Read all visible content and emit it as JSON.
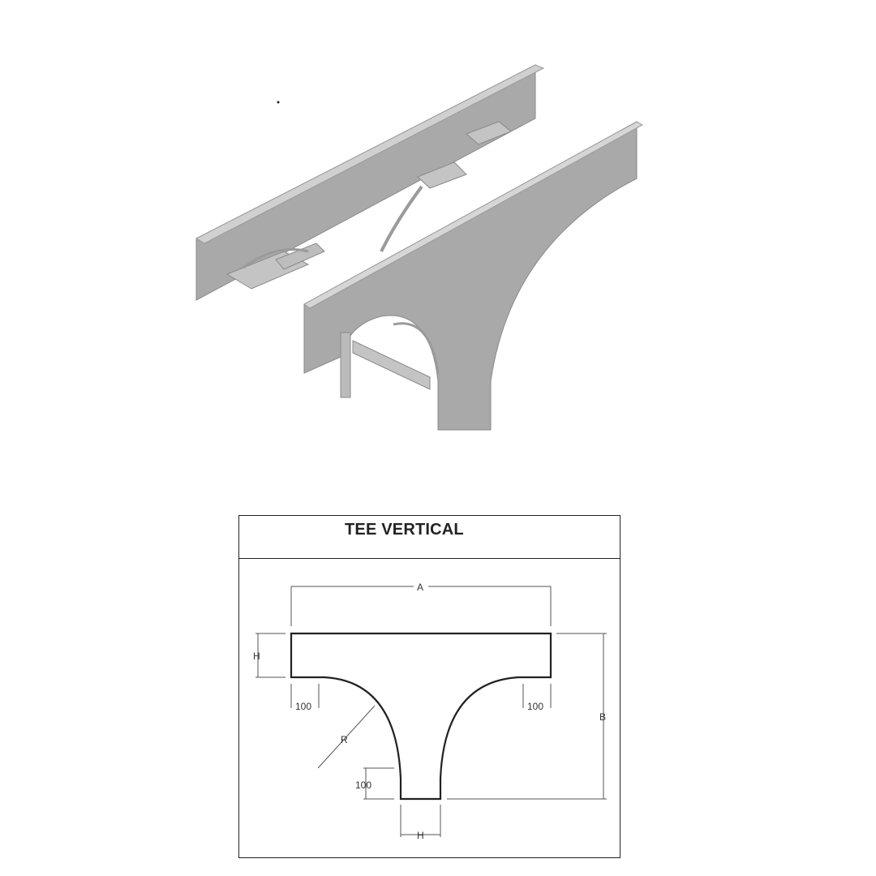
{
  "isometric_view": {
    "description": "3D isometric view of ladder-type cable tray vertical tee",
    "colors": {
      "panel": "#a9a9a9",
      "panel_light": "#c4c4c4",
      "edge": "#d8d8d8",
      "dark": "#8a8a8a"
    }
  },
  "spec_sheet": {
    "title": "TEE VERTICAL",
    "dimensions": {
      "width": "A",
      "height_top": "H",
      "total_height": "B",
      "radius": "R",
      "left_offset": "100",
      "right_offset": "100",
      "bottom_offset": "100",
      "stem_width": "H"
    }
  }
}
